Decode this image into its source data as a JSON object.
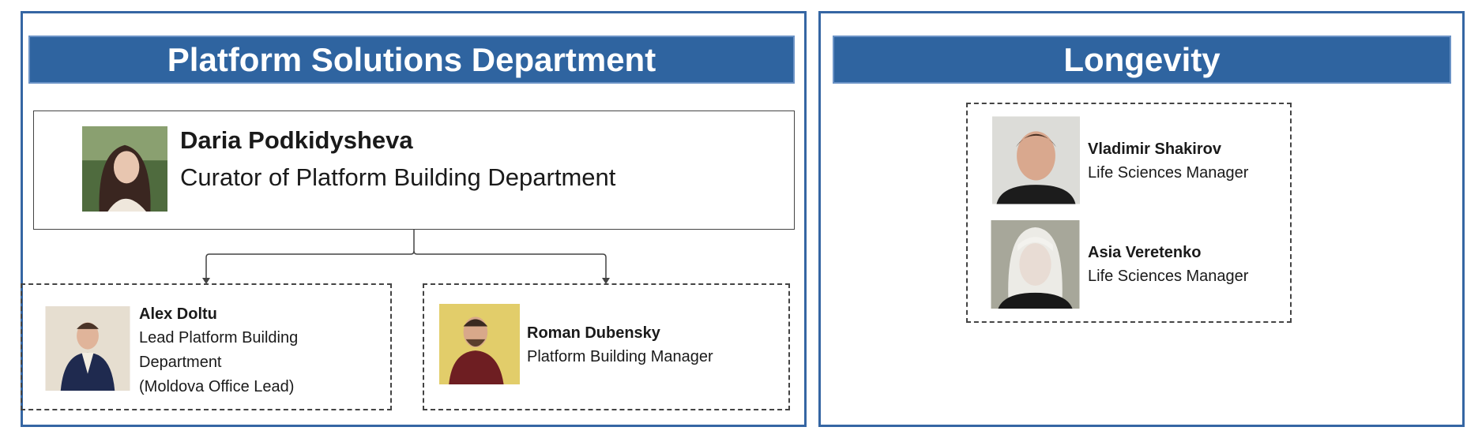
{
  "departments": [
    {
      "title": "Platform Solutions Department",
      "head": {
        "name": "Daria Podkidysheva",
        "role": "Curator of Platform Building Department",
        "photo": "portrait-photo"
      },
      "members": [
        {
          "name": "Alex Doltu",
          "role_lines": [
            "Lead Platform Building",
            "Department",
            "(Moldova Office Lead)"
          ],
          "photo": "portrait-photo"
        },
        {
          "name": "Roman Dubensky",
          "role": "Platform Building Manager",
          "photo": "portrait-photo"
        }
      ]
    },
    {
      "title": "Longevity",
      "members": [
        {
          "name": "Vladimir Shakirov",
          "role": "Life Sciences Manager",
          "photo": "portrait-photo"
        },
        {
          "name": "Asia Veretenko",
          "role": "Life Sciences Manager",
          "photo": "portrait-photo"
        }
      ]
    }
  ],
  "colors": {
    "header": "#2f64a0",
    "panel_border": "#3566a3"
  }
}
